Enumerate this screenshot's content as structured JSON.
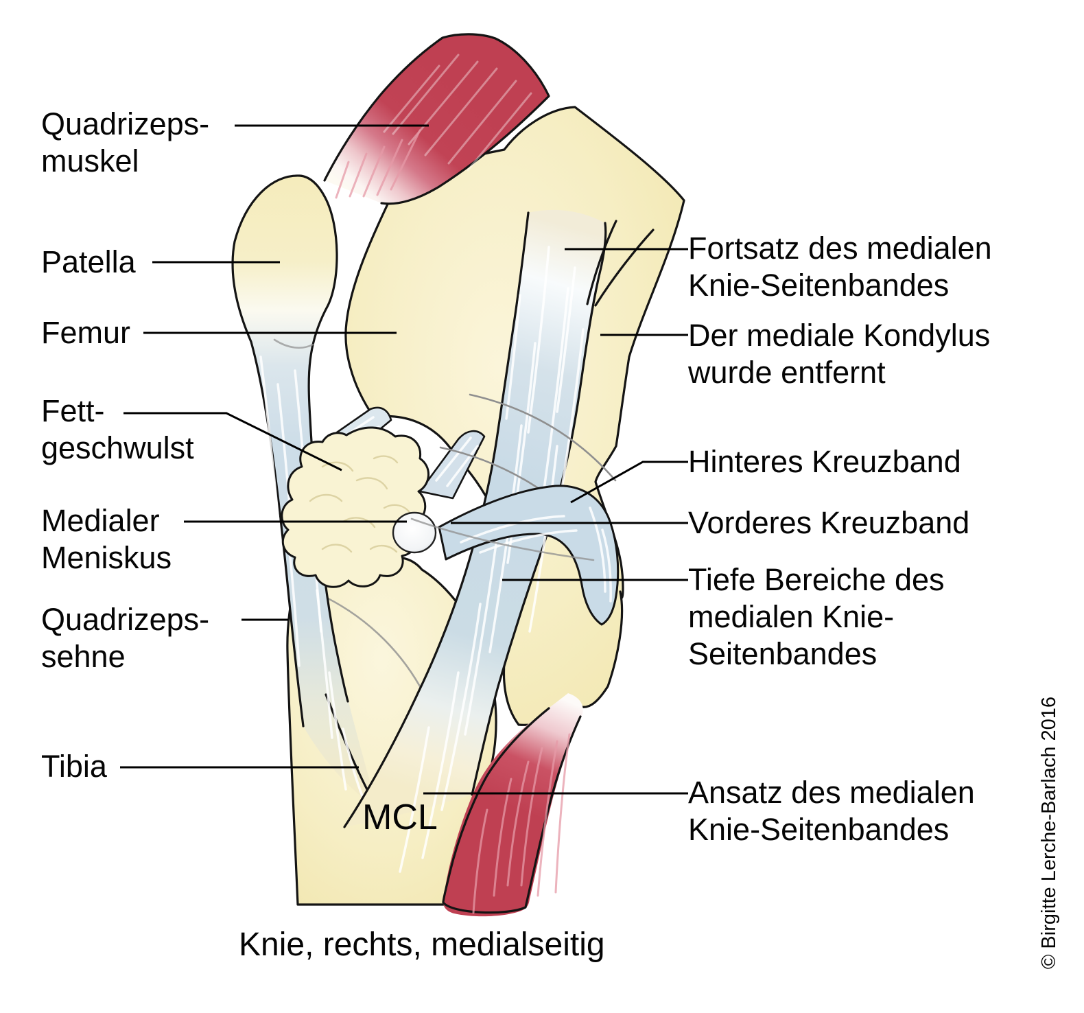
{
  "figure": {
    "caption": "Knie, rechts, medialseitig",
    "credit": "© Birgitte Lerche-Barlach 2016",
    "inline_label": "MCL"
  },
  "labels": {
    "left": [
      {
        "id": "quadrizeps-muskel",
        "lines": [
          "Quadrizeps-",
          "muskel"
        ]
      },
      {
        "id": "patella",
        "lines": [
          "Patella"
        ]
      },
      {
        "id": "femur",
        "lines": [
          "Femur"
        ]
      },
      {
        "id": "fettgeschwulst",
        "lines": [
          "Fett-",
          "geschwulst"
        ]
      },
      {
        "id": "medialer-meniskus",
        "lines": [
          "Medialer",
          "Meniskus"
        ]
      },
      {
        "id": "quadrizeps-sehne",
        "lines": [
          "Quadrizeps-",
          "sehne"
        ]
      },
      {
        "id": "tibia",
        "lines": [
          "Tibia"
        ]
      }
    ],
    "right": [
      {
        "id": "fortsatz",
        "lines": [
          "Fortsatz des medialen",
          "Knie-Seitenbandes"
        ]
      },
      {
        "id": "kondylus",
        "lines": [
          "Der mediale Kondylus",
          "wurde entfernt"
        ]
      },
      {
        "id": "hinteres",
        "lines": [
          "Hinteres Kreuzband"
        ]
      },
      {
        "id": "vorderes",
        "lines": [
          "Vorderes Kreuzband"
        ]
      },
      {
        "id": "tiefe",
        "lines": [
          "Tiefe Bereiche des",
          "medialen Knie-",
          "Seitenbandes"
        ]
      },
      {
        "id": "ansatz",
        "lines": [
          "Ansatz des medialen",
          "Knie-Seitenbandes"
        ]
      }
    ]
  },
  "colors": {
    "bone": "#f5ecbc",
    "bone_light": "#faf4d8",
    "muscle_red": "#bf4052",
    "ligament_blue": "#c9dbe7",
    "outline": "#141414"
  }
}
